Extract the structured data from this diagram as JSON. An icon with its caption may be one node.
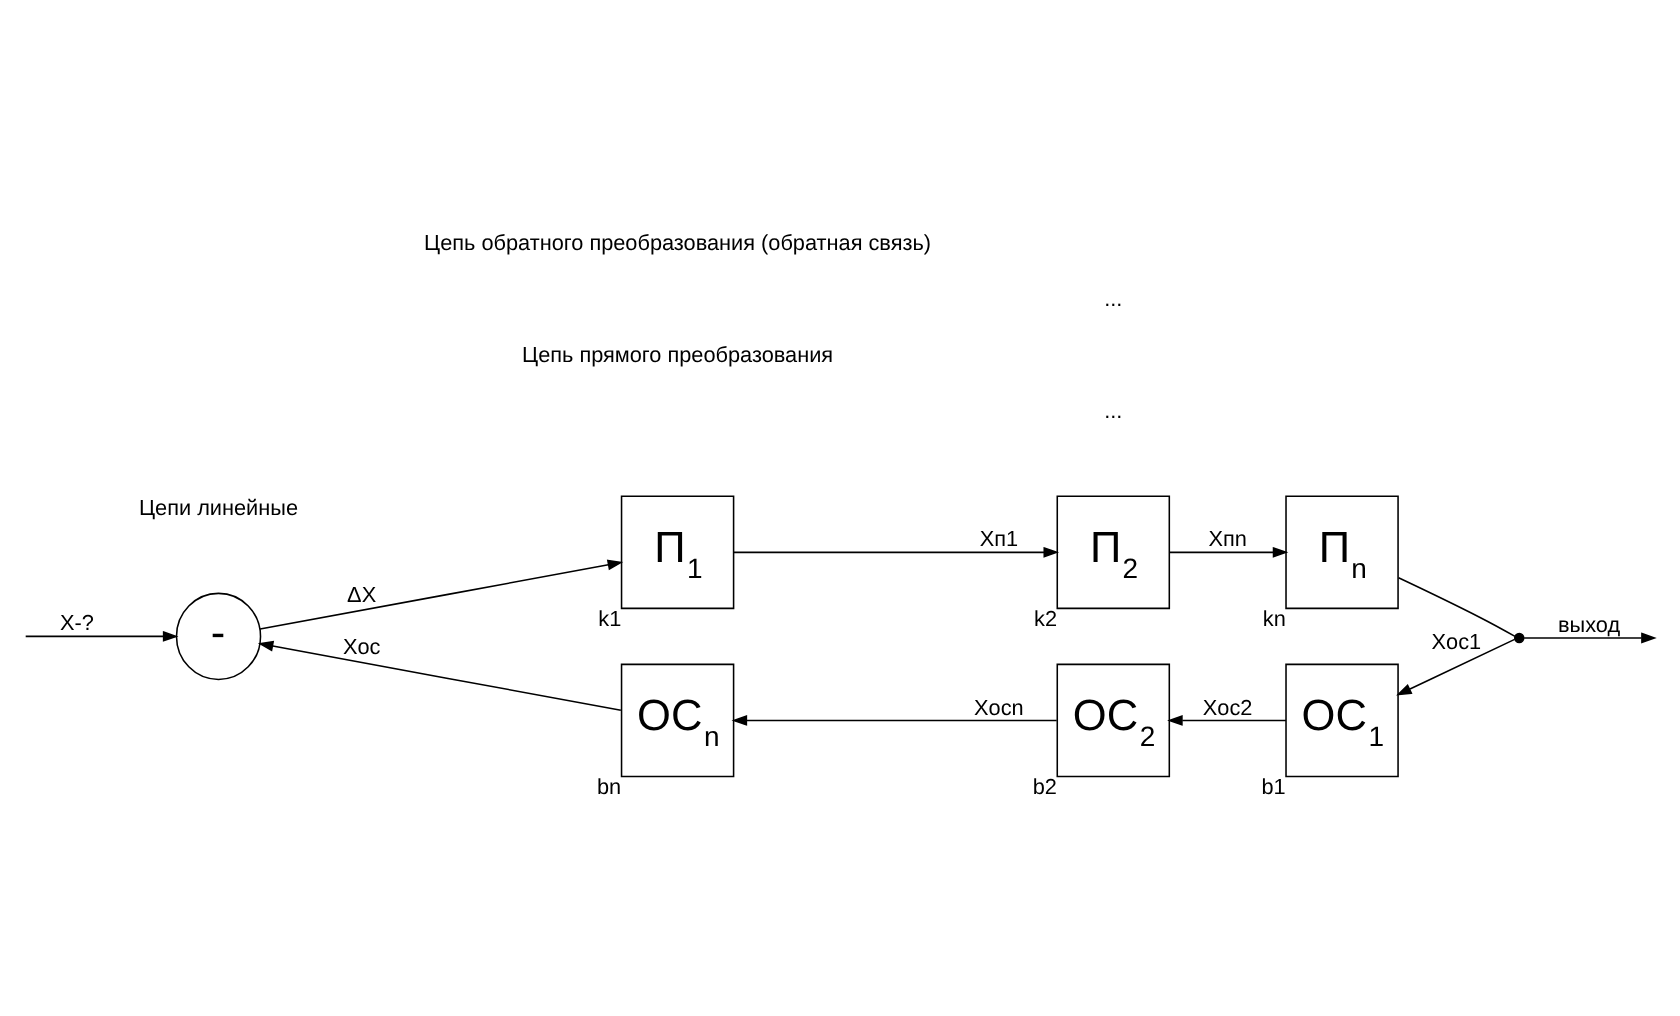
{
  "diagram": {
    "nodes": [
      {
        "text": [
          "-"
        ]
      },
      {
        "text": [
          "П$_{1}$"
        ],
        "beside": [
          "k1"
        ]
      },
      {
        "text": [
          "П$_{2}$"
        ],
        "beside": [
          "k2"
        ]
      },
      {
        "text": [
          "П$_{n}$"
        ],
        "beside": [
          "kn"
        ]
      },
      {
        "text": [],
        "shape": "point"
      },
      {
        "text": [
          "ОС$_{1}$"
        ],
        "beside": [
          "b1"
        ]
      },
      {
        "text": [
          "ОС$_{2}$"
        ],
        "beside": [
          "b2"
        ]
      },
      {
        "text": [
          "ОС$_{n}$"
        ],
        "beside": [
          "bn"
        ]
      }
    ],
    "edges": [
      {
        "from": null,
        "to": 0,
        "arrow": "to",
        "label": "X-?"
      },
      {
        "from": 0,
        "to": 1,
        "arrow": "to",
        "label": "ΔX"
      },
      {
        "from": 1,
        "to": 2,
        "arrow": "to",
        "label": "Xп1"
      },
      {
        "from": 2,
        "to": 3,
        "arrow": "to",
        "label": "Xпn"
      },
      {
        "from": 3,
        "to": 4,
        "arrow": "none"
      },
      {
        "from": 4,
        "to": null,
        "arrow": "to",
        "label": "выход"
      },
      {
        "from": 4,
        "to": 5,
        "arrow": "to",
        "label": "Xос1"
      },
      {
        "from": 5,
        "to": 6,
        "arrow": "to",
        "label": "Xос2"
      },
      {
        "from": 6,
        "to": 7,
        "arrow": "to",
        "label": "Xосn"
      },
      {
        "from": 7,
        "to": 0,
        "arrow": "to",
        "label": "Xос"
      }
    ],
    "labels": [
      "Цепь прямого преобразования",
      "...",
      "...",
      "Цепи линейные",
      "Цепь обратного преобразования (обратная связь)"
    ]
  }
}
